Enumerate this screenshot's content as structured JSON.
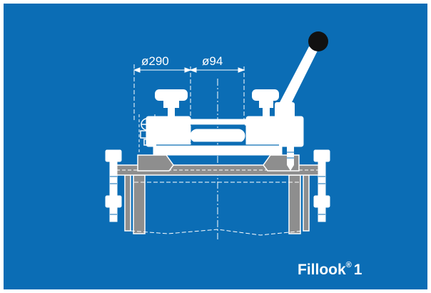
{
  "colors": {
    "background": "#0b6db5",
    "line": "#ffffff",
    "grey": "#8e8e8e",
    "knob": "#111111"
  },
  "dimensions": {
    "outer": "ø290",
    "inner": "ø94"
  },
  "brand": {
    "name": "Fillook",
    "mark": "®",
    "number": "1"
  }
}
